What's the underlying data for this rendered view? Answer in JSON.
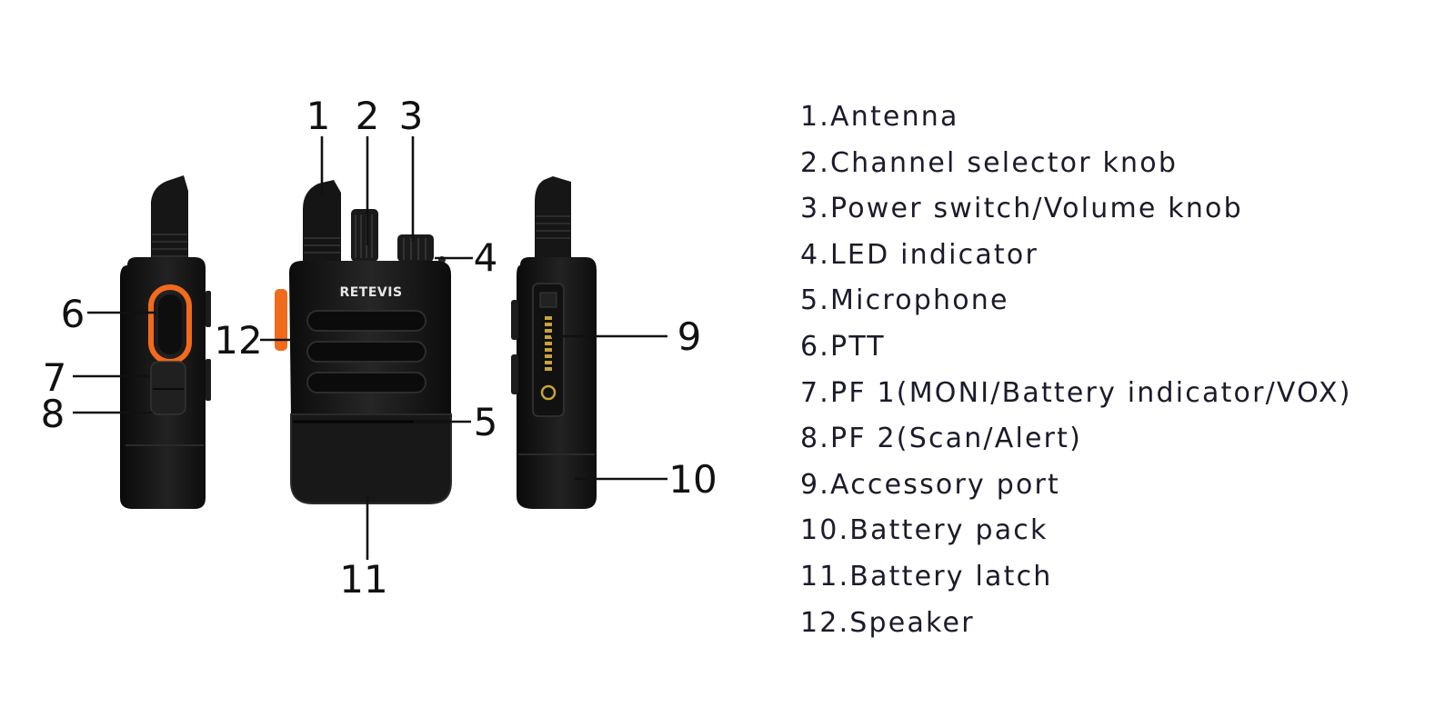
{
  "brand": {
    "logo_text": "RETEVIS",
    "accent_color": "#f26a1b",
    "body_color": "#141414"
  },
  "callouts": [
    {
      "id": 1,
      "label": "1"
    },
    {
      "id": 2,
      "label": "2"
    },
    {
      "id": 3,
      "label": "3"
    },
    {
      "id": 4,
      "label": "4"
    },
    {
      "id": 5,
      "label": "5"
    },
    {
      "id": 6,
      "label": "6"
    },
    {
      "id": 7,
      "label": "7"
    },
    {
      "id": 8,
      "label": "8"
    },
    {
      "id": 9,
      "label": "9"
    },
    {
      "id": 10,
      "label": "10"
    },
    {
      "id": 11,
      "label": "11"
    },
    {
      "id": 12,
      "label": "12"
    }
  ],
  "legend": [
    "1.Antenna",
    "2.Channel selector knob",
    "3.Power switch/Volume knob",
    "4.LED indicator",
    "5.Microphone",
    "6.PTT",
    "7.PF 1(MONI/Battery indicator/VOX)",
    "8.PF 2(Scan/Alert)",
    "9.Accessory port",
    "10.Battery pack",
    "11.Battery latch",
    "12.Speaker"
  ]
}
